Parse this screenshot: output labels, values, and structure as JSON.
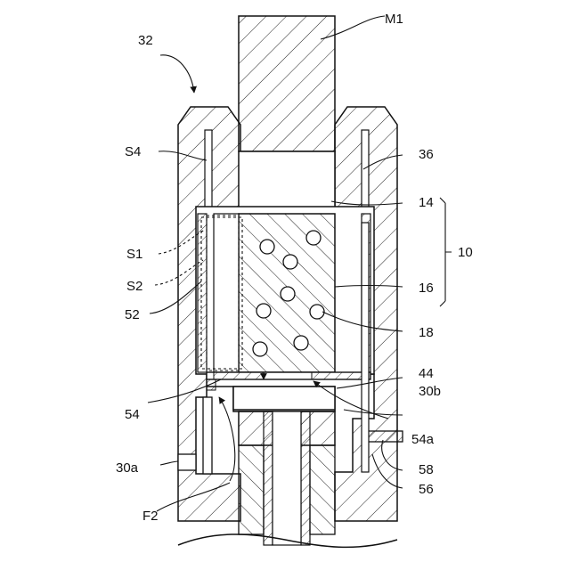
{
  "labels": {
    "assembly": "32",
    "m1": "M1",
    "s4": "S4",
    "ref36": "36",
    "ref14": "14",
    "ref10": "10",
    "s1": "S1",
    "s2": "S2",
    "ref16": "16",
    "ref52": "52",
    "ref18": "18",
    "ref44": "44",
    "ref54": "54",
    "ref30b": "30b",
    "ref54a": "54a",
    "ref58": "58",
    "ref30a": "30a",
    "ref56": "56",
    "f2": "F2"
  }
}
